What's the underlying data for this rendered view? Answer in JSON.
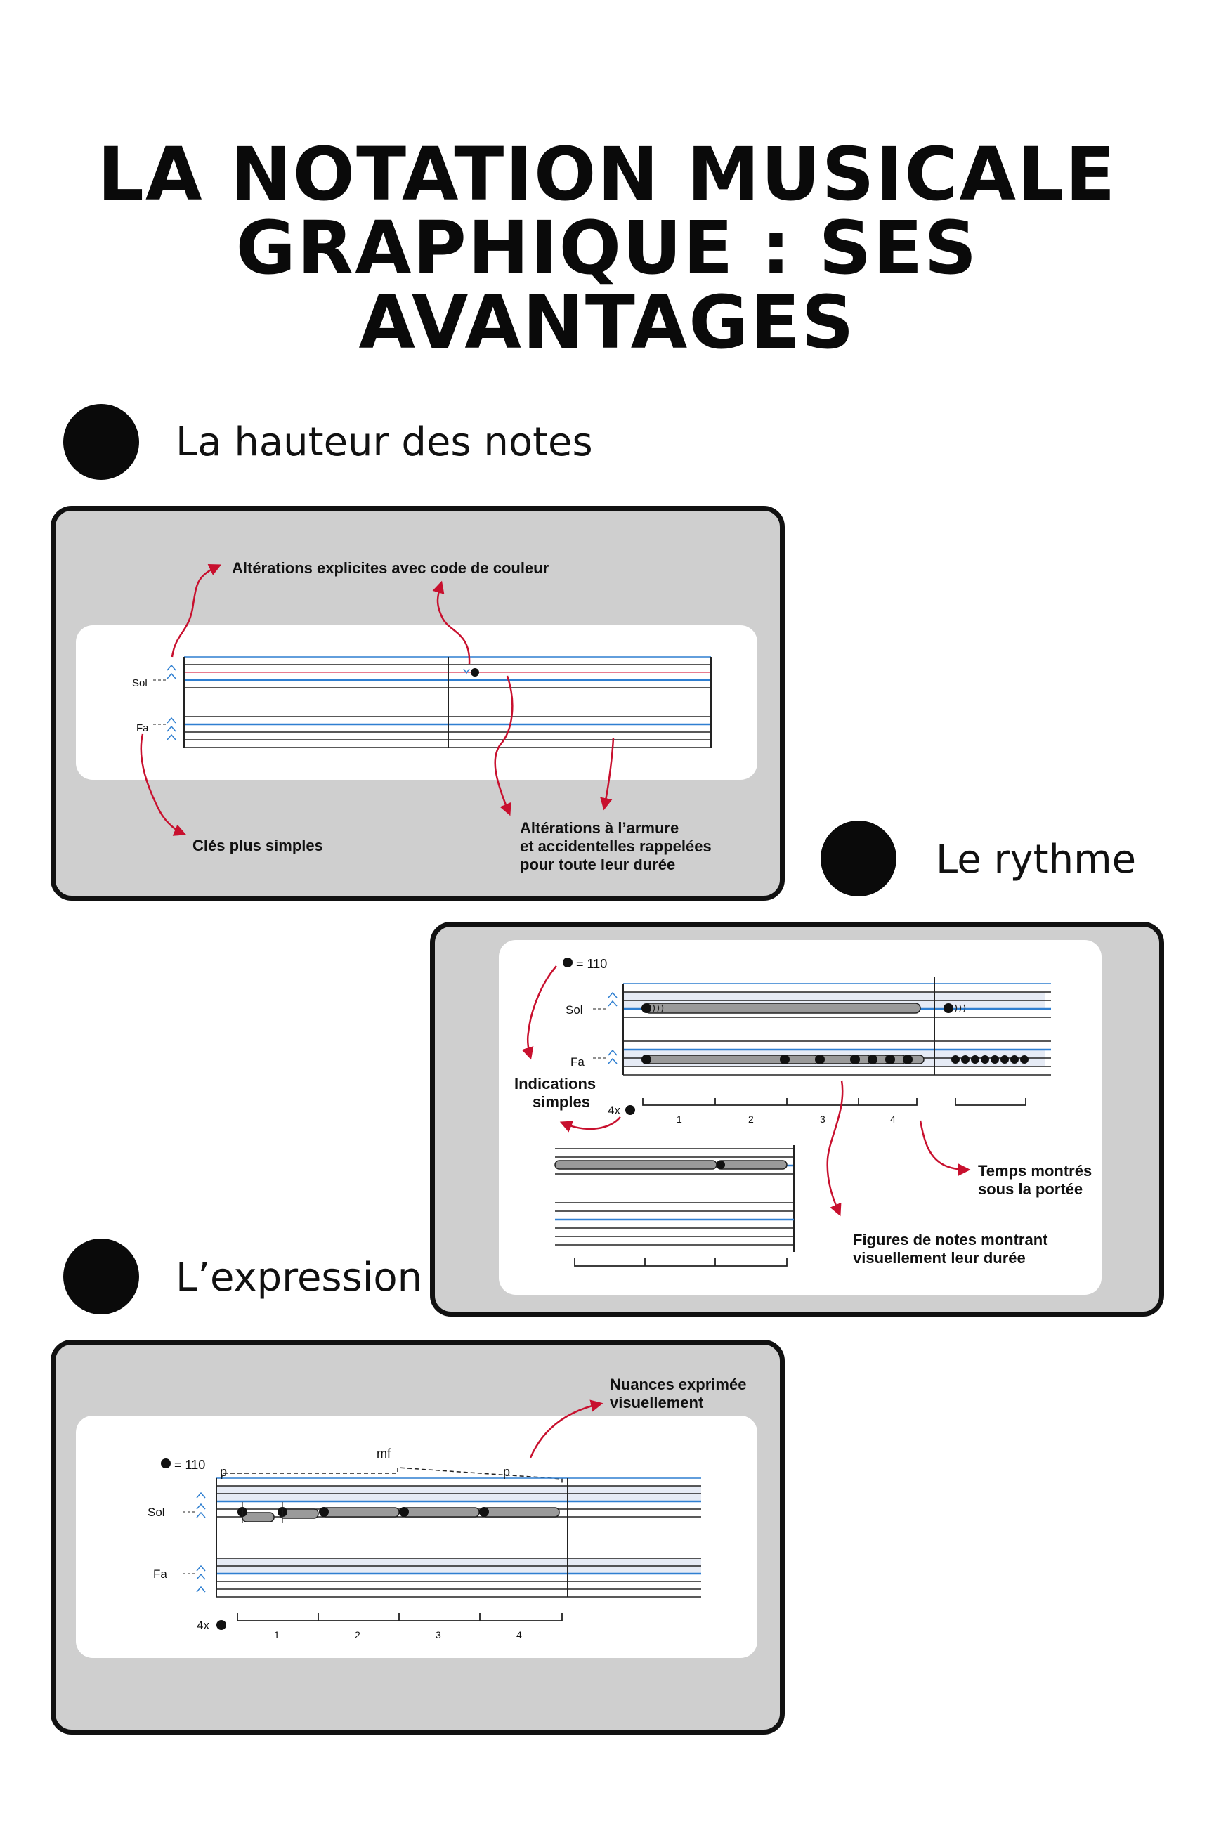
{
  "header": {
    "title_line1": "LA NOTATION MUSICALE",
    "title_line2": "GRAPHIQUE : SES AVANTAGES"
  },
  "sections": [
    {
      "title": "La hauteur des notes",
      "callouts": {
        "top": "Altérations explicites avec code de couleur",
        "clefs": "Clés plus simples",
        "armure_line1": "Altérations à l’armure",
        "armure_line2": "et accidentelles rappelées",
        "armure_line3": "pour toute leur durée"
      },
      "staff_labels": {
        "sol": "Sol",
        "fa": "Fa"
      }
    },
    {
      "title": "Le rythme",
      "tempo": "= 110",
      "staff_labels": {
        "sol": "Sol",
        "fa": "Fa"
      },
      "repeat": "4x",
      "beats": [
        "1",
        "2",
        "3",
        "4"
      ],
      "callouts": {
        "indications_line1": "Indications",
        "indications_line2": "simples",
        "temps_line1": "Temps montrés",
        "temps_line2": "sous la portée",
        "figures_line1": "Figures de notes montrant",
        "figures_line2": "visuellement leur durée"
      }
    },
    {
      "title": "L’expression",
      "tempo": "= 110",
      "staff_labels": {
        "sol": "Sol",
        "fa": "Fa"
      },
      "repeat": "4x",
      "beats": [
        "1",
        "2",
        "3",
        "4"
      ],
      "dynamics": {
        "start": "p",
        "peak": "mf",
        "end": "p"
      },
      "callouts": {
        "nuances_line1": "Nuances exprimée",
        "nuances_line2": "visuellement"
      }
    }
  ],
  "colors": {
    "accent_red": "#c8102e",
    "staff_blue": "#2f7fd1",
    "panel_gray": "#cfcfcf",
    "note_gray": "#9a9a9a",
    "band_blue": "#e6ebf5"
  }
}
